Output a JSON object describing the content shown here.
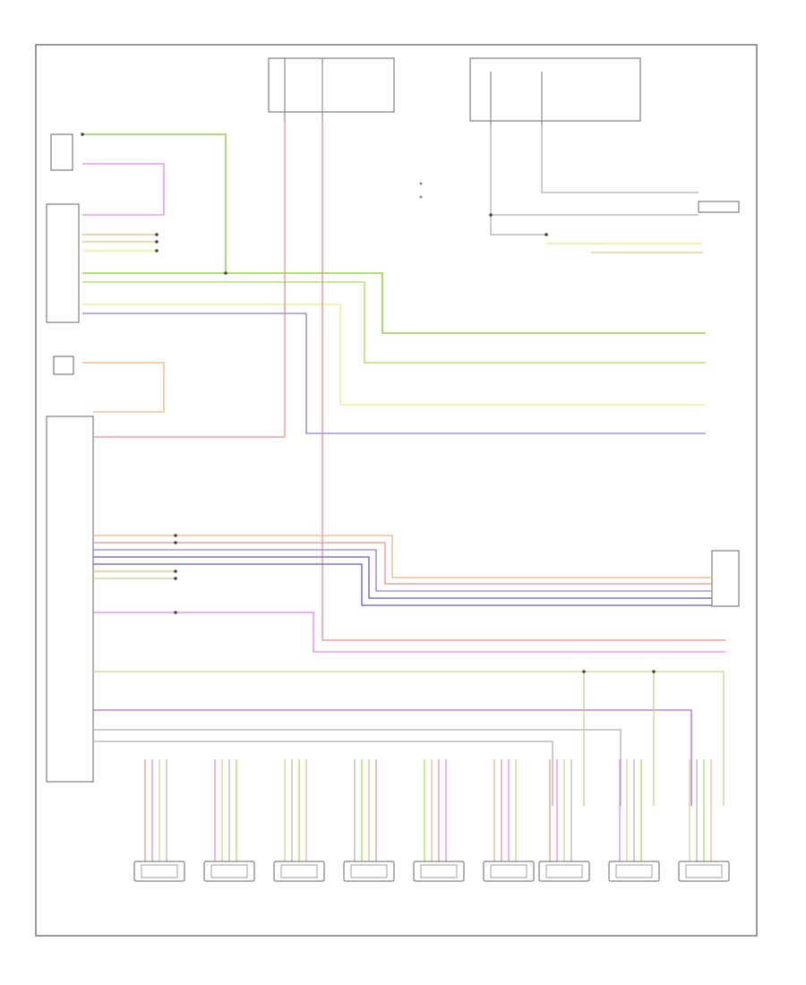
{
  "diagram": {
    "page_tag": "",
    "legend": {
      "item1": "",
      "item2": ""
    },
    "wire_colors": {
      "green": "#7ad11a",
      "lightgreen": "#a4e04a",
      "pink": "#f07cf0",
      "red": "#f28a8a",
      "blue": "#8080f0",
      "darkblue": "#5a5ad8",
      "yellow": "#ecec7a",
      "orange": "#f0b27a",
      "tan": "#d8cc86",
      "gray": "#b0b0b0",
      "purple": "#c060d0"
    },
    "sensor_boxes": [
      {
        "id": "s1",
        "text": ""
      },
      {
        "id": "s2",
        "text": ""
      },
      {
        "id": "s3",
        "text": ""
      },
      {
        "id": "s4",
        "text": ""
      },
      {
        "id": "s5",
        "text": ""
      },
      {
        "id": "s6",
        "text": ""
      },
      {
        "id": "s7",
        "text": ""
      },
      {
        "id": "s8",
        "text": ""
      },
      {
        "id": "s9",
        "text": ""
      }
    ]
  }
}
